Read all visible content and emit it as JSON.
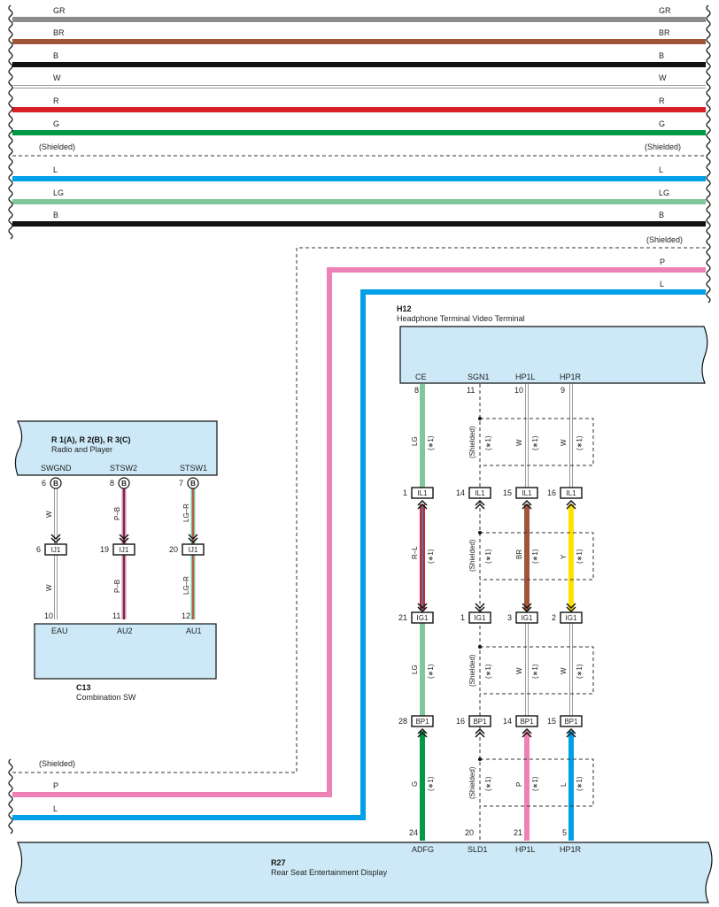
{
  "top_wires": [
    {
      "left": "GR",
      "right": "GR",
      "color": "#8c8c8c"
    },
    {
      "left": "BR",
      "right": "BR",
      "color": "#a0553a"
    },
    {
      "left": "B",
      "right": "B",
      "color": "#111111"
    },
    {
      "left": "W",
      "right": "W",
      "color": "#ffffff"
    },
    {
      "left": "R",
      "right": "R",
      "color": "#d81f26"
    },
    {
      "left": "G",
      "right": "G",
      "color": "#009944"
    },
    {
      "left": "(Shielded)",
      "right": "(Shielded)",
      "color": "dashed"
    },
    {
      "left": "L",
      "right": "L",
      "color": "#00a0e9"
    },
    {
      "left": "LG",
      "right": "LG",
      "color": "#80c89c"
    },
    {
      "left": "B",
      "right": "B",
      "color": "#111111"
    }
  ],
  "right_feed": {
    "shielded": "(Shielded)",
    "p": "P",
    "l": "L"
  },
  "left_feed": {
    "shielded": "(Shielded)",
    "p": "P",
    "l": "L"
  },
  "colors": {
    "pink": "#ee82b6",
    "blue": "#00a0e9",
    "lg": "#80c89c",
    "green": "#009944",
    "brown": "#a0553a",
    "yellow": "#ffe100",
    "red": "#d81f26",
    "box": "#cde9f7"
  },
  "components": {
    "radio": {
      "title": "R 1(A), R 2(B), R 3(C)",
      "subtitle": "Radio and Player",
      "pins": [
        {
          "name": "SWGND",
          "num": "6",
          "conn": "B"
        },
        {
          "name": "STSW2",
          "num": "8",
          "conn": "B"
        },
        {
          "name": "STSW1",
          "num": "7",
          "conn": "B"
        }
      ]
    },
    "combo": {
      "title": "C13",
      "subtitle": "Combination SW",
      "pins": [
        {
          "name": "EAU",
          "num": "10"
        },
        {
          "name": "AU2",
          "num": "11"
        },
        {
          "name": "AU1",
          "num": "12"
        }
      ]
    },
    "headphone": {
      "title": "H12",
      "subtitle": "Headphone Terminal Video Terminal",
      "pins": [
        {
          "name": "CE",
          "num": "8"
        },
        {
          "name": "SGN1",
          "num": "11"
        },
        {
          "name": "HP1L",
          "num": "10"
        },
        {
          "name": "HP1R",
          "num": "9"
        }
      ]
    },
    "display": {
      "title": "R27",
      "subtitle": "Rear Seat Entertainment Display",
      "pins": [
        {
          "name": "ADFG",
          "num": "24"
        },
        {
          "name": "SLD1",
          "num": "20"
        },
        {
          "name": "HP1L",
          "num": "21"
        },
        {
          "name": "HP1R",
          "num": "5"
        }
      ]
    }
  },
  "left_connectors": [
    {
      "num": "6",
      "label": "IJ1"
    },
    {
      "num": "19",
      "label": "IJ1"
    },
    {
      "num": "20",
      "label": "IJ1"
    }
  ],
  "left_wire_labels": {
    "upper": [
      "W",
      "P–B",
      "LG–R"
    ],
    "lower": [
      "W",
      "P–B",
      "LG–R"
    ]
  },
  "right_connectors": {
    "il1": [
      {
        "num": "1",
        "label": "IL1"
      },
      {
        "num": "14",
        "label": "IL1"
      },
      {
        "num": "15",
        "label": "IL1"
      },
      {
        "num": "16",
        "label": "IL1"
      }
    ],
    "ig1": [
      {
        "num": "21",
        "label": "IG1"
      },
      {
        "num": "1",
        "label": "IG1"
      },
      {
        "num": "3",
        "label": "IG1"
      },
      {
        "num": "2",
        "label": "IG1"
      }
    ],
    "bp1": [
      {
        "num": "28",
        "label": "BP1"
      },
      {
        "num": "16",
        "label": "BP1"
      },
      {
        "num": "14",
        "label": "BP1"
      },
      {
        "num": "15",
        "label": "BP1"
      }
    ]
  },
  "right_wire_labels": {
    "seg1": [
      "LG",
      "(Shielded)",
      "W",
      "W"
    ],
    "seg2": [
      "R–L",
      "(Shielded)",
      "BR",
      "Y"
    ],
    "seg3": [
      "LG",
      "(Shielded)",
      "W",
      "W"
    ],
    "seg4": [
      "G",
      "(Shielded)",
      "P",
      "L"
    ]
  },
  "note": "(∗1)"
}
